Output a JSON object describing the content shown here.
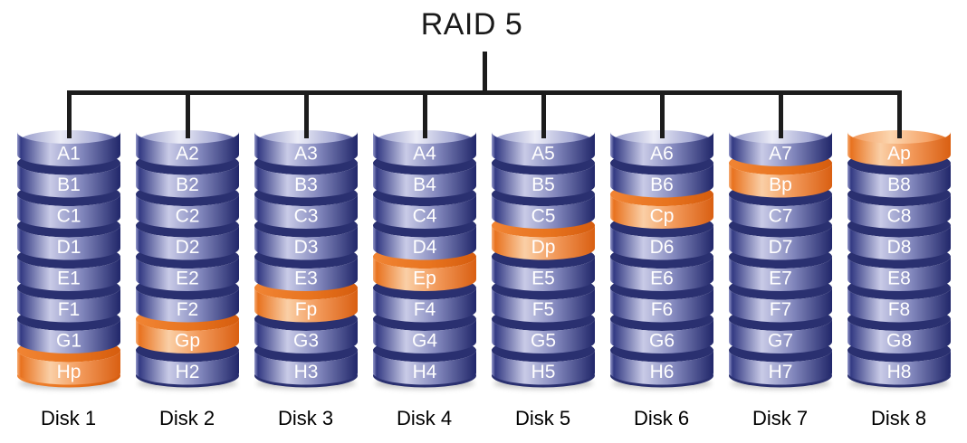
{
  "title": "RAID 5",
  "disks": [
    {
      "label": "Disk 1",
      "segments": [
        {
          "text": "A1",
          "parity": false
        },
        {
          "text": "B1",
          "parity": false
        },
        {
          "text": "C1",
          "parity": false
        },
        {
          "text": "D1",
          "parity": false
        },
        {
          "text": "E1",
          "parity": false
        },
        {
          "text": "F1",
          "parity": false
        },
        {
          "text": "G1",
          "parity": false
        },
        {
          "text": "Hp",
          "parity": true
        }
      ]
    },
    {
      "label": "Disk 2",
      "segments": [
        {
          "text": "A2",
          "parity": false
        },
        {
          "text": "B2",
          "parity": false
        },
        {
          "text": "C2",
          "parity": false
        },
        {
          "text": "D2",
          "parity": false
        },
        {
          "text": "E2",
          "parity": false
        },
        {
          "text": "F2",
          "parity": false
        },
        {
          "text": "Gp",
          "parity": true
        },
        {
          "text": "H2",
          "parity": false
        }
      ]
    },
    {
      "label": "Disk 3",
      "segments": [
        {
          "text": "A3",
          "parity": false
        },
        {
          "text": "B3",
          "parity": false
        },
        {
          "text": "C3",
          "parity": false
        },
        {
          "text": "D3",
          "parity": false
        },
        {
          "text": "E3",
          "parity": false
        },
        {
          "text": "Fp",
          "parity": true
        },
        {
          "text": "G3",
          "parity": false
        },
        {
          "text": "H3",
          "parity": false
        }
      ]
    },
    {
      "label": "Disk 4",
      "segments": [
        {
          "text": "A4",
          "parity": false
        },
        {
          "text": "B4",
          "parity": false
        },
        {
          "text": "C4",
          "parity": false
        },
        {
          "text": "D4",
          "parity": false
        },
        {
          "text": "Ep",
          "parity": true
        },
        {
          "text": "F4",
          "parity": false
        },
        {
          "text": "G4",
          "parity": false
        },
        {
          "text": "H4",
          "parity": false
        }
      ]
    },
    {
      "label": "Disk 5",
      "segments": [
        {
          "text": "A5",
          "parity": false
        },
        {
          "text": "B5",
          "parity": false
        },
        {
          "text": "C5",
          "parity": false
        },
        {
          "text": "Dp",
          "parity": true
        },
        {
          "text": "E5",
          "parity": false
        },
        {
          "text": "F5",
          "parity": false
        },
        {
          "text": "G5",
          "parity": false
        },
        {
          "text": "H5",
          "parity": false
        }
      ]
    },
    {
      "label": "Disk 6",
      "segments": [
        {
          "text": "A6",
          "parity": false
        },
        {
          "text": "B6",
          "parity": false
        },
        {
          "text": "Cp",
          "parity": true
        },
        {
          "text": "D6",
          "parity": false
        },
        {
          "text": "E6",
          "parity": false
        },
        {
          "text": "F6",
          "parity": false
        },
        {
          "text": "G6",
          "parity": false
        },
        {
          "text": "H6",
          "parity": false
        }
      ]
    },
    {
      "label": "Disk 7",
      "segments": [
        {
          "text": "A7",
          "parity": false
        },
        {
          "text": "Bp",
          "parity": true
        },
        {
          "text": "C7",
          "parity": false
        },
        {
          "text": "D7",
          "parity": false
        },
        {
          "text": "E7",
          "parity": false
        },
        {
          "text": "F7",
          "parity": false
        },
        {
          "text": "G7",
          "parity": false
        },
        {
          "text": "H7",
          "parity": false
        }
      ]
    },
    {
      "label": "Disk 8",
      "segments": [
        {
          "text": "Ap",
          "parity": true
        },
        {
          "text": "B8",
          "parity": false
        },
        {
          "text": "C8",
          "parity": false
        },
        {
          "text": "D8",
          "parity": false
        },
        {
          "text": "E8",
          "parity": false
        },
        {
          "text": "F8",
          "parity": false
        },
        {
          "text": "G8",
          "parity": false
        },
        {
          "text": "H8",
          "parity": false
        }
      ]
    }
  ],
  "colors": {
    "line": "#1c1c1c",
    "segment_text": "#ffffff",
    "label_text": "#000000",
    "navy_lip": "#2A3070",
    "blue_body": [
      [
        0,
        "#979BCC"
      ],
      [
        0.035,
        "#333A83"
      ],
      [
        0.32,
        "#C9CBE7"
      ],
      [
        0.62,
        "#8388BD"
      ],
      [
        1,
        "#21276A"
      ]
    ],
    "blue_cap": [
      [
        0,
        "#8A8FC4"
      ],
      [
        0.42,
        "#ECEDF7"
      ],
      [
        0.78,
        "#A6AAD4"
      ],
      [
        1,
        "#424890"
      ]
    ],
    "orange_lip": [
      [
        0,
        "#F08434"
      ],
      [
        0.55,
        "#E8741F"
      ],
      [
        1,
        "#D55C0E"
      ]
    ],
    "orange_body": [
      [
        0,
        "#F6AE77"
      ],
      [
        0.035,
        "#E8721F"
      ],
      [
        0.32,
        "#FACFA6"
      ],
      [
        0.62,
        "#F2995A"
      ],
      [
        1,
        "#D95F12"
      ]
    ],
    "orange_cap": [
      [
        0,
        "#F09253"
      ],
      [
        0.42,
        "#FCD6AF"
      ],
      [
        0.78,
        "#F5A469"
      ],
      [
        1,
        "#DE6514"
      ]
    ]
  }
}
